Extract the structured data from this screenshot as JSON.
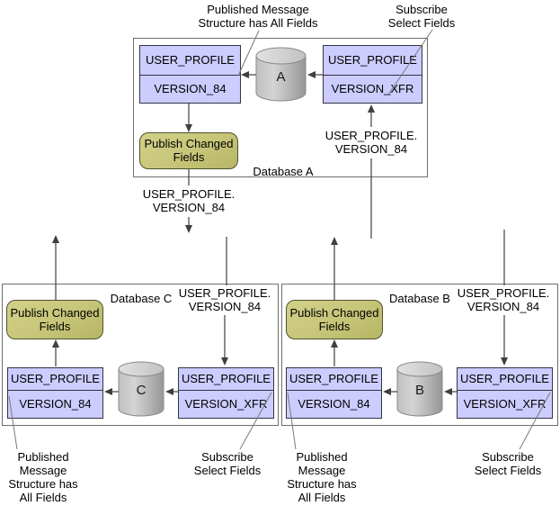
{
  "colors": {
    "table_fill": "#ccccff",
    "table_border": "#333347",
    "publish_fill": "#c6c578",
    "publish_border": "#50502e",
    "db_box_border": "#6e6e6e",
    "arrow": "#3f3f3f",
    "leader_line": "#7a7a7a",
    "cylinder_fill": "#b8b8b8",
    "text": "#000000"
  },
  "top_annotations": {
    "published": {
      "line1": "Published Message",
      "line2": "Structure has All Fields"
    },
    "subscribe": {
      "line1": "Subscribe",
      "line2": "Select Fields"
    }
  },
  "db_a": {
    "label": "Database A",
    "cylinder_letter": "A",
    "main_table": {
      "row1": "USER_PROFILE",
      "row2": "VERSION_84"
    },
    "xfr_table": {
      "row1": "USER_PROFILE",
      "row2": "VERSION_XFR"
    },
    "publish_box": {
      "line1": "Publish Changed",
      "line2": "Fields"
    },
    "subscribe_ref": {
      "line1": "USER_PROFILE.",
      "line2": "VERSION_84"
    },
    "publish_ref": {
      "line1": "USER_PROFILE.",
      "line2": "VERSION_84"
    }
  },
  "db_c": {
    "label": "Database C",
    "cylinder_letter": "C",
    "main_table": {
      "row1": "USER_PROFILE",
      "row2": "VERSION_84"
    },
    "xfr_table": {
      "row1": "USER_PROFILE",
      "row2": "VERSION_XFR"
    },
    "publish_box": {
      "line1": "Publish Changed",
      "line2": "Fields"
    },
    "subscribe_ref": {
      "line1": "USER_PROFILE.",
      "line2": "VERSION_84"
    },
    "published_label": {
      "line1": "Published",
      "line2": "Message",
      "line3": "Structure has",
      "line4": "All Fields"
    },
    "subscribe_label": {
      "line1": "Subscribe",
      "line2": "Select Fields"
    }
  },
  "db_b": {
    "label": "Database B",
    "cylinder_letter": "B",
    "main_table": {
      "row1": "USER_PROFILE",
      "row2": "VERSION_84"
    },
    "xfr_table": {
      "row1": "USER_PROFILE",
      "row2": "VERSION_XFR"
    },
    "publish_box": {
      "line1": "Publish Changed",
      "line2": "Fields"
    },
    "subscribe_ref": {
      "line1": "USER_PROFILE.",
      "line2": "VERSION_84"
    },
    "published_label": {
      "line1": "Published",
      "line2": "Message",
      "line3": "Structure has",
      "line4": "All Fields"
    },
    "subscribe_label": {
      "line1": "Subscribe",
      "line2": "Select Fields"
    }
  }
}
